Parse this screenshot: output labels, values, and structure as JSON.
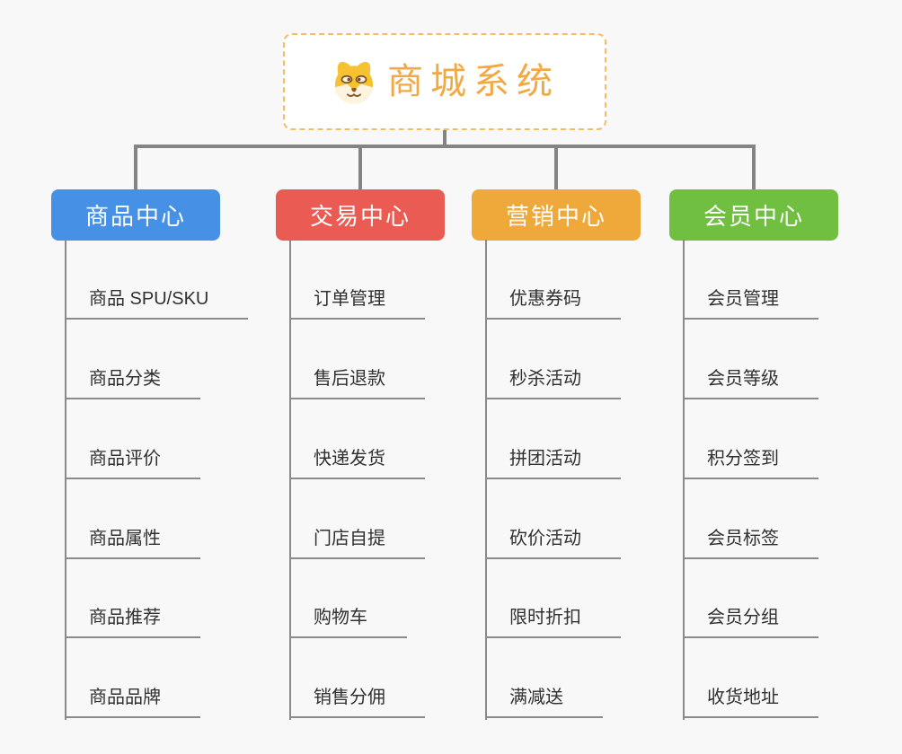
{
  "page": {
    "background": "#f8f8f8",
    "connector_color": "#848484"
  },
  "root": {
    "title": "商城系统",
    "icon": "dog-face-icon",
    "title_color": "#f2a943",
    "border_color": "#f7bc62"
  },
  "branches": [
    {
      "label": "商品中心",
      "color": "#4691e6",
      "children": [
        "商品 SPU/SKU",
        "商品分类",
        "商品评价",
        "商品属性",
        "商品推荐",
        "商品品牌"
      ]
    },
    {
      "label": "交易中心",
      "color": "#e95b53",
      "children": [
        "订单管理",
        "售后退款",
        "快递发货",
        "门店自提",
        "购物车",
        "销售分佣"
      ]
    },
    {
      "label": "营销中心",
      "color": "#efa93b",
      "children": [
        "优惠券码",
        "秒杀活动",
        "拼团活动",
        "砍价活动",
        "限时折扣",
        "满减送"
      ]
    },
    {
      "label": "会员中心",
      "color": "#71bf41",
      "children": [
        "会员管理",
        "会员等级",
        "积分签到",
        "会员标签",
        "会员分组",
        "收货地址"
      ]
    }
  ]
}
